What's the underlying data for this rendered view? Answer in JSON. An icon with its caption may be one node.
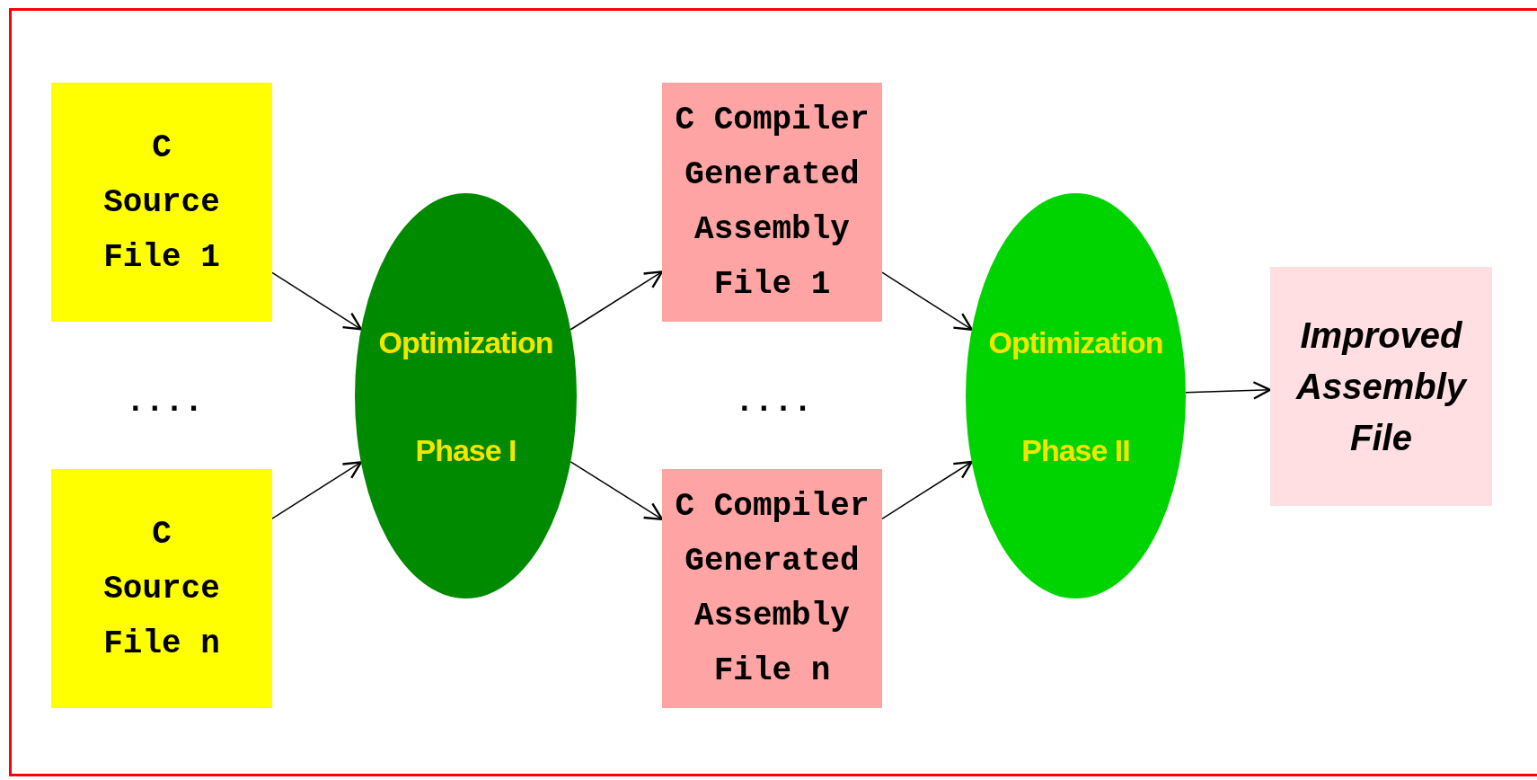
{
  "diagram": {
    "nodes": [
      {
        "text": [
          "C Source File 1"
        ]
      },
      {
        "text": [
          "C Source File n"
        ]
      },
      {
        "text": [
          "Optimization",
          "Phase I"
        ]
      },
      {
        "text": [
          "C Compiler Generated Assembly File 1"
        ]
      },
      {
        "text": [
          "C Compiler Generated Assembly File n"
        ]
      },
      {
        "text": [
          "Optimization",
          "Phase II"
        ]
      },
      {
        "text": [
          "Improved Assembly File"
        ]
      }
    ],
    "edges": [
      {
        "from": 0,
        "to": 2,
        "arrow": "to"
      },
      {
        "from": 1,
        "to": 2,
        "arrow": "to"
      },
      {
        "from": 2,
        "to": 3,
        "arrow": "to"
      },
      {
        "from": 2,
        "to": 4,
        "arrow": "to"
      },
      {
        "from": 3,
        "to": 5,
        "arrow": "to"
      },
      {
        "from": 4,
        "to": 5,
        "arrow": "to"
      },
      {
        "from": 5,
        "to": 6,
        "arrow": "to"
      }
    ],
    "labels": [
      "....",
      "...."
    ]
  }
}
